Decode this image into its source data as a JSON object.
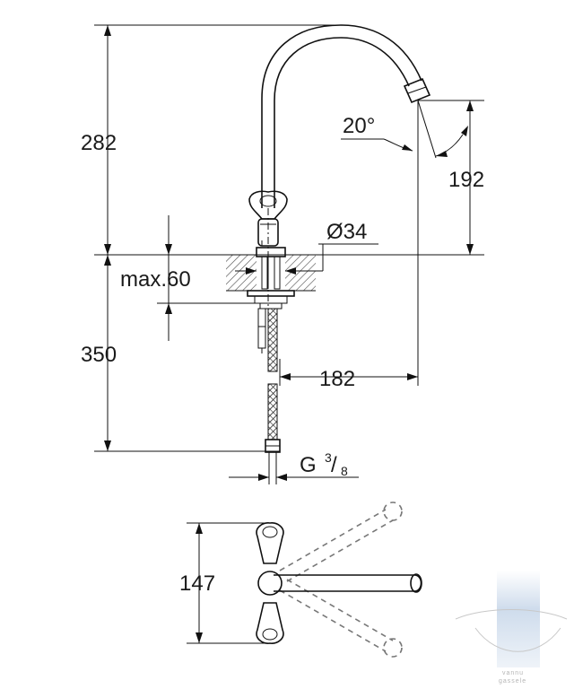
{
  "dimensions": {
    "spout_height": "282",
    "spout_outlet_height": "192",
    "spout_angle": "20°",
    "shank_diameter": "Ø34",
    "max_deck_thickness": "max.60",
    "hose_length": "350",
    "spout_reach": "182",
    "connection_thread_main": "G",
    "connection_thread_num": "3",
    "connection_thread_den": "8",
    "top_view_width": "147"
  },
  "watermark": {
    "line1": "vannu",
    "line2": "gassele"
  },
  "colors": {
    "line": "#111111",
    "dashed": "#777777",
    "hatch": "#444444",
    "watermark_bar": "#c9d8ea"
  }
}
